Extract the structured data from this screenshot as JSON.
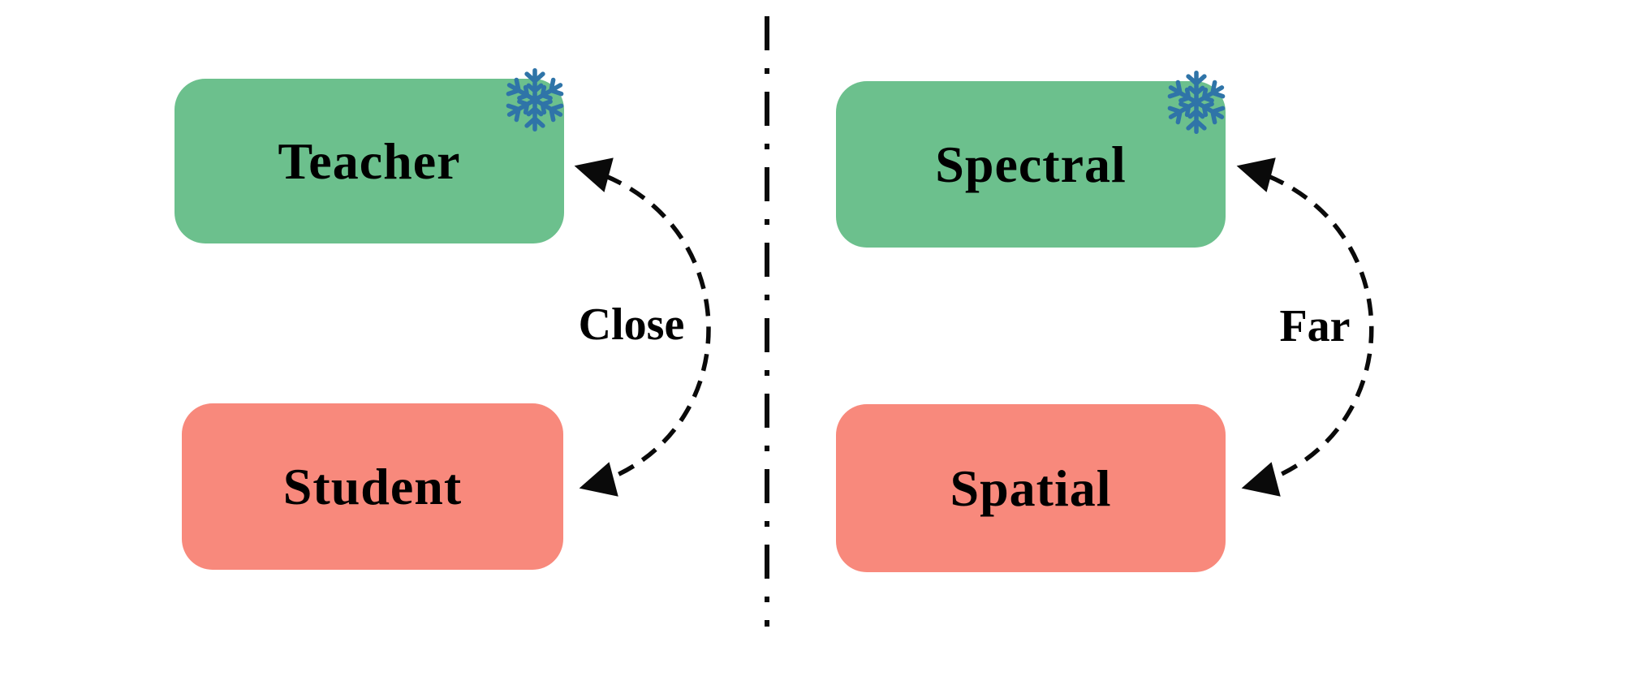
{
  "panels": {
    "left": {
      "top_box": {
        "label": "Teacher",
        "icon": "snowflake"
      },
      "bottom_box": {
        "label": "Student"
      },
      "arrow_label": "Close"
    },
    "right": {
      "top_box": {
        "label": "Spectral",
        "icon": "snowflake"
      },
      "bottom_box": {
        "label": "Spatial"
      },
      "arrow_label": "Far"
    }
  },
  "colors": {
    "frozen_box": "#6cc08d",
    "trainable_box": "#f8897c",
    "snowflake": "#2f74a8",
    "arrow": "#0a0a0a",
    "divider": "#0a0a0a",
    "text": "#000000"
  }
}
